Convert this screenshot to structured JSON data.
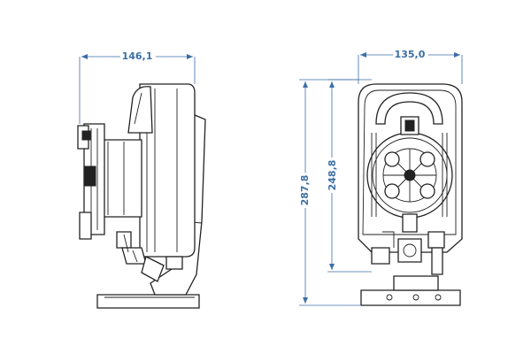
{
  "dimensions": {
    "side_width": "146,1",
    "front_width": "135,0",
    "total_height": "287,8",
    "body_height": "248,8"
  },
  "colors": {
    "dimension": "#3b6ea5",
    "outline": "#222222"
  }
}
